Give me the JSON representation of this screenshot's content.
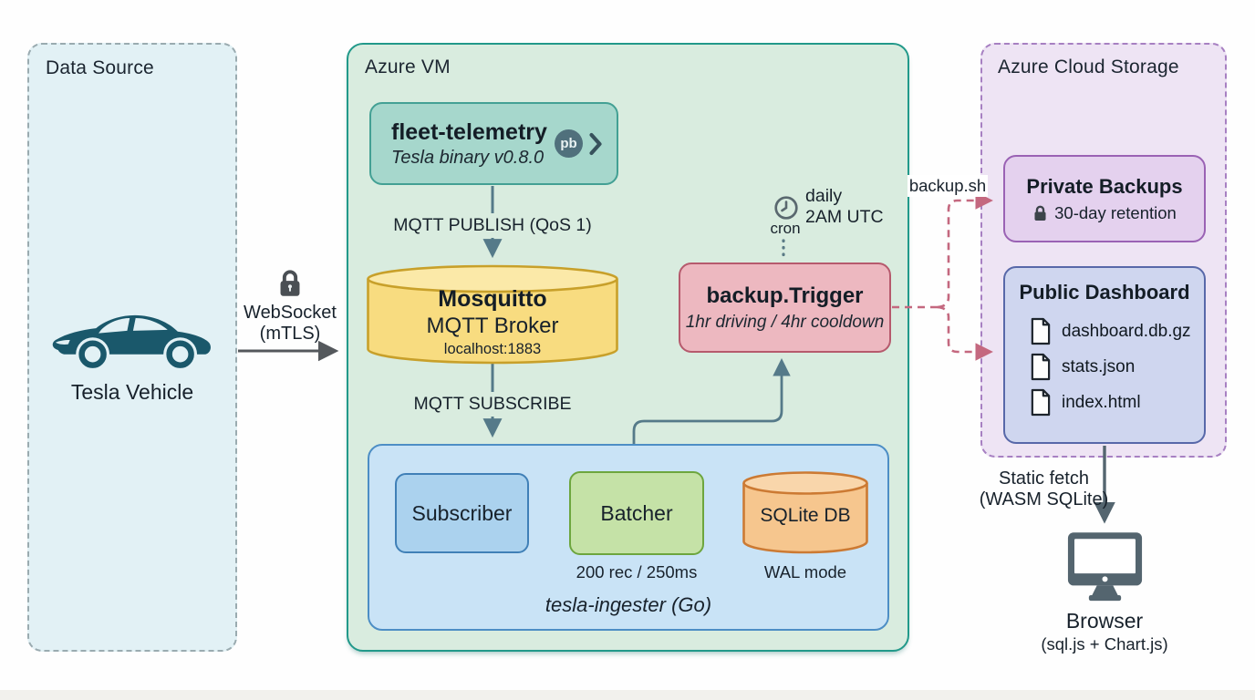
{
  "diagram": {
    "data_source": {
      "title": "Data Source",
      "vehicle_label": "Tesla Vehicle"
    },
    "websocket": {
      "line1": "WebSocket",
      "line2": "(mTLS)"
    },
    "azure_vm": {
      "title": "Azure VM",
      "fleet_telemetry": {
        "title": "fleet-telemetry",
        "subtitle": "Tesla binary v0.8.0",
        "badge": "pb"
      },
      "mqtt_publish": "MQTT PUBLISH (QoS 1)",
      "mosquitto": {
        "title": "Mosquitto",
        "subtitle": "MQTT Broker",
        "detail": "localhost:1883"
      },
      "mqtt_subscribe": "MQTT SUBSCRIBE",
      "backup_trigger": {
        "title": "backup.Trigger",
        "subtitle": "1hr driving / 4hr cooldown"
      },
      "cron": {
        "label": "cron",
        "schedule1": "daily",
        "schedule2": "2AM UTC"
      },
      "ingester": {
        "label": "tesla-ingester (Go)",
        "subscriber": "Subscriber",
        "batcher": "Batcher",
        "batcher_note": "200 rec / 250ms",
        "sqlite": "SQLite DB",
        "sqlite_note": "WAL mode"
      }
    },
    "backup_sh_label": "backup.sh",
    "cloud_storage": {
      "title": "Azure Cloud Storage",
      "private_backups": {
        "title": "Private Backups",
        "note": "30-day retention"
      },
      "public_dashboard": {
        "title": "Public Dashboard",
        "files": [
          "dashboard.db.gz",
          "stats.json",
          "index.html"
        ]
      }
    },
    "static_fetch": {
      "line1": "Static fetch",
      "line2": "(WASM SQLite)"
    },
    "browser": {
      "label": "Browser",
      "sublabel": "(sql.js + Chart.js)"
    }
  },
  "colors": {
    "data_source_fill": "#e2f1f5",
    "data_source_border": "#9aabb0",
    "azure_vm_fill": "#d9ecdf",
    "azure_vm_border": "#22998a",
    "fleet_fill": "#a6d7cc",
    "fleet_border": "#43a094",
    "mosquitto_fill": "#f8dc80",
    "mosquitto_border": "#c8a02a",
    "ingester_fill": "#c9e3f6",
    "ingester_border": "#4d8ec5",
    "subscriber_fill": "#abd2ee",
    "subscriber_border": "#4080b7",
    "batcher_fill": "#c5e2a7",
    "batcher_border": "#6da63e",
    "sqlite_fill": "#f6c68e",
    "sqlite_border": "#cc7a33",
    "trigger_fill": "#edb8c0",
    "trigger_border": "#b65a6d",
    "cloud_fill": "#eee4f4",
    "cloud_border": "#a780c2",
    "private_fill": "#e4d1ee",
    "private_border": "#9a62b4",
    "public_fill": "#cfd6ef",
    "public_border": "#5868a9",
    "arrow_slate": "#557a89",
    "arrow_gray": "#54585c",
    "arrow_pink": "#c4687f",
    "icon_slate": "#54656f",
    "car": "#1a586b",
    "text": "#17212b"
  }
}
